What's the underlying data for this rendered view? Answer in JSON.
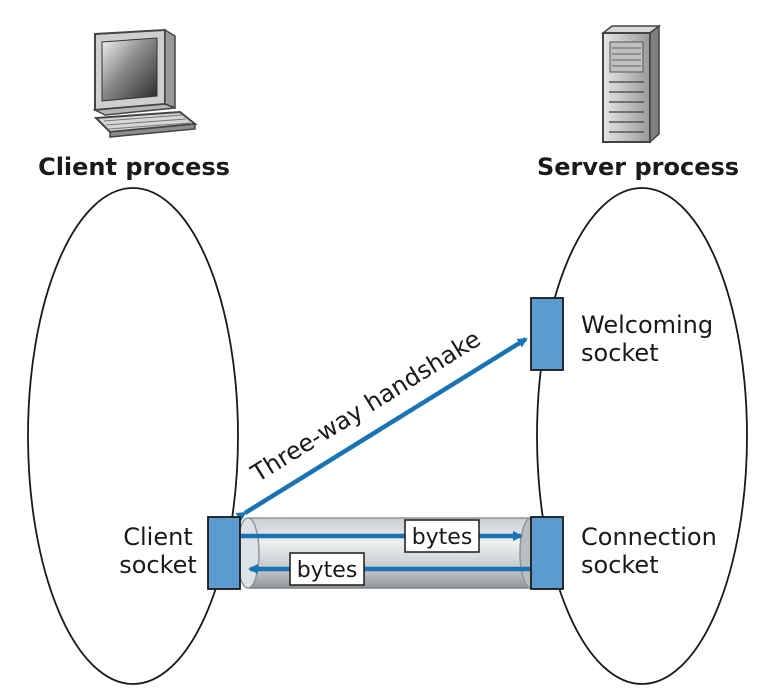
{
  "client": {
    "process_label": "Client process",
    "socket_label_line1": "Client",
    "socket_label_line2": "socket"
  },
  "server": {
    "process_label": "Server process",
    "welcoming_label_line1": "Welcoming",
    "welcoming_label_line2": "socket",
    "connection_label_line1": "Connection",
    "connection_label_line2": "socket"
  },
  "handshake_label": "Three-way handshake",
  "bytes_to_server_label": "bytes",
  "bytes_to_client_label": "bytes",
  "icons": {
    "client": "desktop-computer-icon",
    "server": "server-tower-icon"
  },
  "colors": {
    "arrow": "#1a74b4",
    "socket_fill": "#5b9bd0",
    "socket_stroke": "#1a1a1a",
    "pipe_light": "#eef0f1",
    "pipe_dark": "#a9aeb2"
  }
}
